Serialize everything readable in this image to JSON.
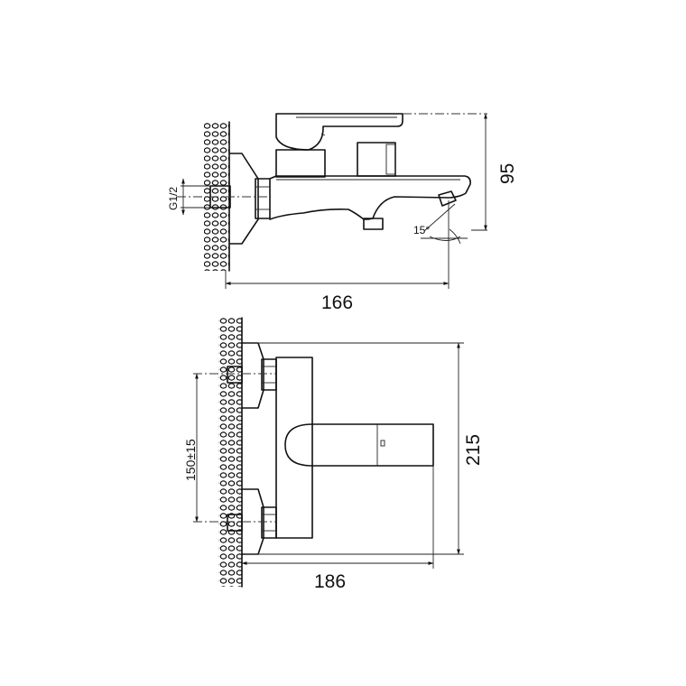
{
  "side_view": {
    "thread_label": "G1/2",
    "angle_label": "15°",
    "width_label": "166",
    "height_label": "95"
  },
  "front_view": {
    "inlet_spacing_label": "150±15",
    "width_label": "186",
    "height_label": "215"
  }
}
